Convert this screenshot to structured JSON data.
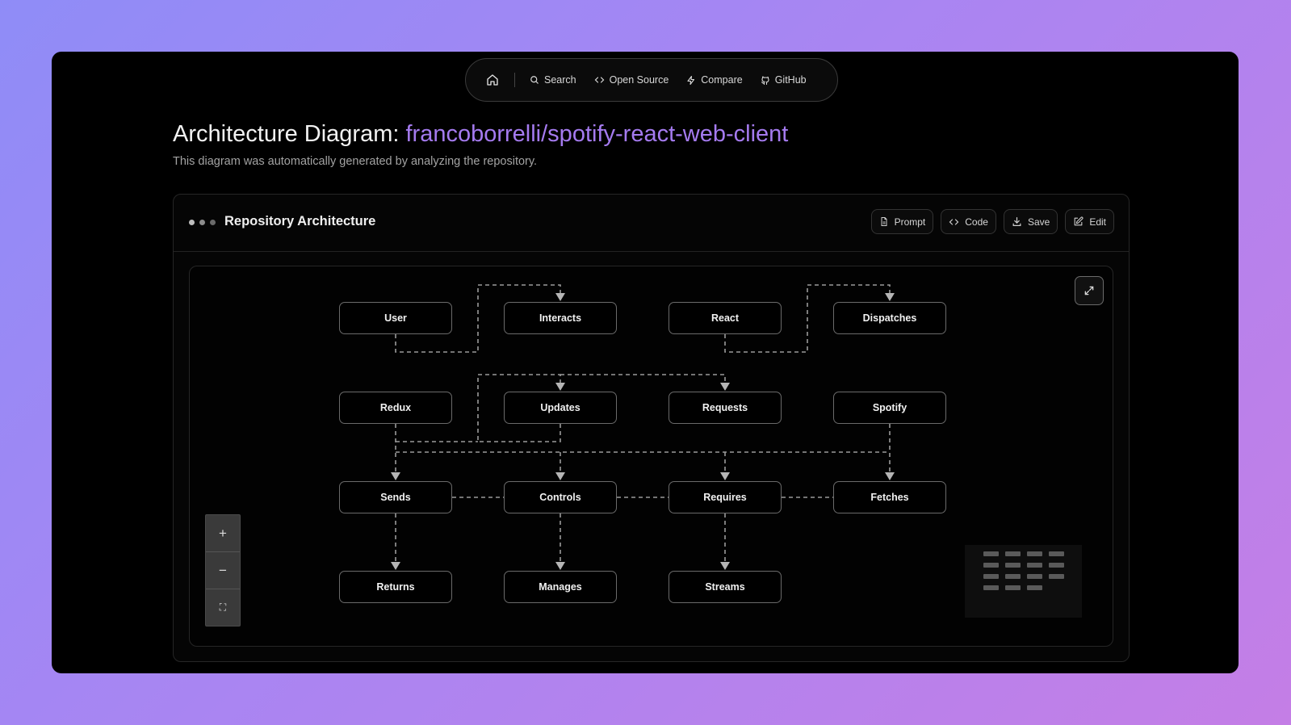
{
  "nav": {
    "items": [
      {
        "label": "Search",
        "icon": "search-icon"
      },
      {
        "label": "Open Source",
        "icon": "code-icon"
      },
      {
        "label": "Compare",
        "icon": "bolt-icon"
      },
      {
        "label": "GitHub",
        "icon": "github-icon"
      }
    ]
  },
  "page": {
    "title_prefix": "Architecture Diagram:",
    "repo": "francoborrelli/spotify-react-web-client",
    "subtitle": "This diagram was automatically generated by analyzing the repository."
  },
  "panel": {
    "title": "Repository Architecture",
    "actions": [
      "Prompt",
      "Code",
      "Save",
      "Edit"
    ]
  },
  "diagram": {
    "nodes": {
      "user": "User",
      "interacts": "Interacts",
      "react": "React",
      "dispatches": "Dispatches",
      "redux": "Redux",
      "updates": "Updates",
      "requests": "Requests",
      "spotify": "Spotify",
      "sends": "Sends",
      "controls": "Controls",
      "requires": "Requires",
      "fetches": "Fetches",
      "returns": "Returns",
      "manages": "Manages",
      "streams": "Streams"
    }
  },
  "zoom_controls": [
    "+",
    "−",
    "⛶"
  ],
  "colors": {
    "accent": "#a57bf0",
    "background_start": "#8f8cf7",
    "background_end": "#c47ee6"
  }
}
